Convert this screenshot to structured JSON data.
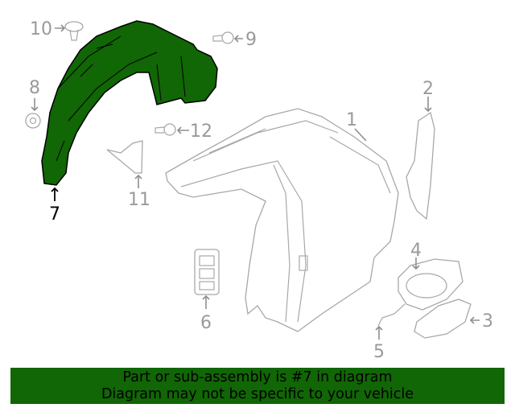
{
  "diagram": {
    "highlight_color": "#116605",
    "selected_part": "7",
    "callouts": [
      "1",
      "2",
      "3",
      "4",
      "5",
      "6",
      "7",
      "8",
      "9",
      "10",
      "11",
      "12"
    ]
  },
  "banner": {
    "line1": "Part or sub-assembly is #7 in diagram",
    "line2": "Diagram may not be specific to your vehicle"
  }
}
